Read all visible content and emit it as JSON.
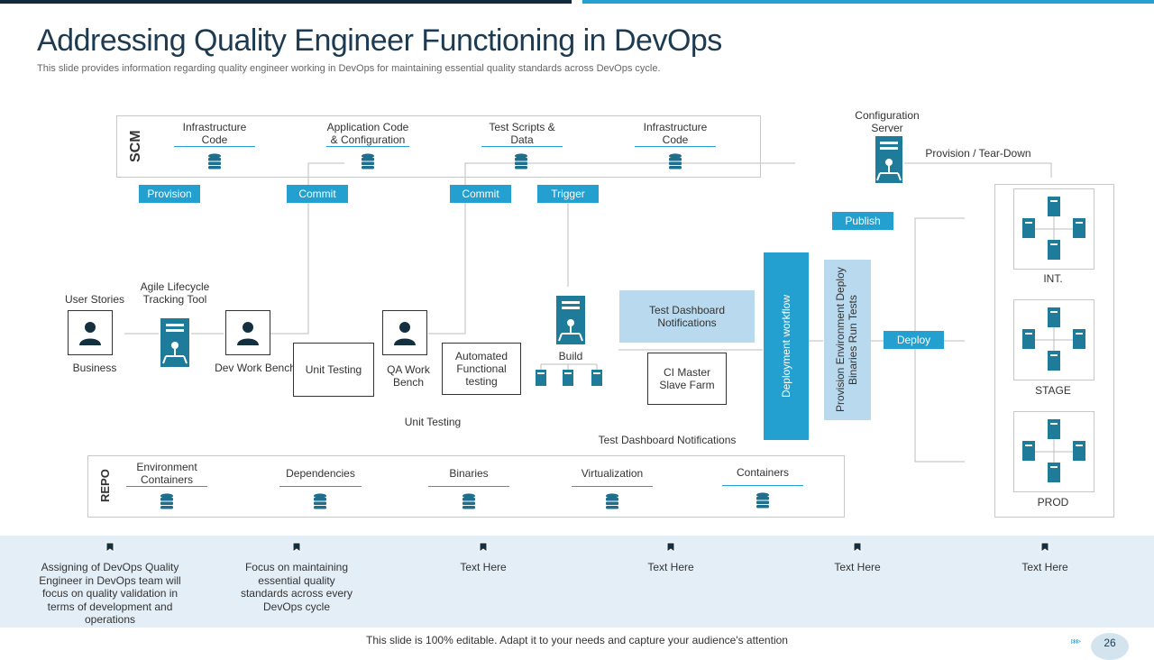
{
  "header": {
    "title": "Addressing Quality Engineer Functioning in DevOps",
    "subtitle": "This slide provides information regarding quality engineer working in DevOps for maintaining essential quality standards across DevOps cycle."
  },
  "scm": {
    "label": "SCM",
    "items": [
      "Infrastructure Code",
      "Application Code & Configuration",
      "Test Scripts & Data",
      "Infrastructure Code"
    ]
  },
  "repo": {
    "label": "REPO",
    "items": [
      "Environment Containers",
      "Dependencies",
      "Binaries",
      "Virtualization",
      "Containers"
    ]
  },
  "chips": {
    "provision": "Provision",
    "commit1": "Commit",
    "commit2": "Commit",
    "trigger": "Trigger",
    "publish": "Publish",
    "deploy": "Deploy"
  },
  "flow": {
    "user_stories": "User Stories",
    "business": "Business",
    "agile_tool": "Agile Lifecycle Tracking Tool",
    "dev_bench": "Dev Work Bench",
    "unit_testing_box": "Unit Testing",
    "qa_bench": "QA Work Bench",
    "auto_testing": "Automated Functional testing",
    "unit_testing_caption": "Unit Testing",
    "build": "Build",
    "test_dashboard_box": "Test Dashboard Notifications",
    "ci_master": "CI Master Slave Farm",
    "test_dashboard_caption": "Test Dashboard Notifications",
    "deployment_workflow": "Deployment workflow",
    "provision_env": "Provision Environment Deploy Binaries Run Tests",
    "config_server": "Configuration Server",
    "provision_teardown": "Provision / Tear-Down"
  },
  "environments": [
    "INT.",
    "STAGE",
    "PROD"
  ],
  "bottom_columns": [
    "Assigning of DevOps Quality Engineer in DevOps team will focus on quality validation in terms of development and operations",
    "Focus on maintaining essential quality standards across every DevOps cycle",
    "Text Here",
    "Text Here",
    "Text Here",
    "Text Here"
  ],
  "footer": {
    "note": "This slide is 100% editable. Adapt it to your needs and capture your audience's attention",
    "page": "26"
  },
  "colors": {
    "accent": "#23a0cf",
    "dark": "#0f2a3c",
    "light_panel": "#b9d9ee",
    "band": "#e3eef6"
  },
  "icons": {
    "database": "database-icon",
    "server": "server-icon",
    "person": "person-icon",
    "bookmark": "bookmark-icon"
  }
}
